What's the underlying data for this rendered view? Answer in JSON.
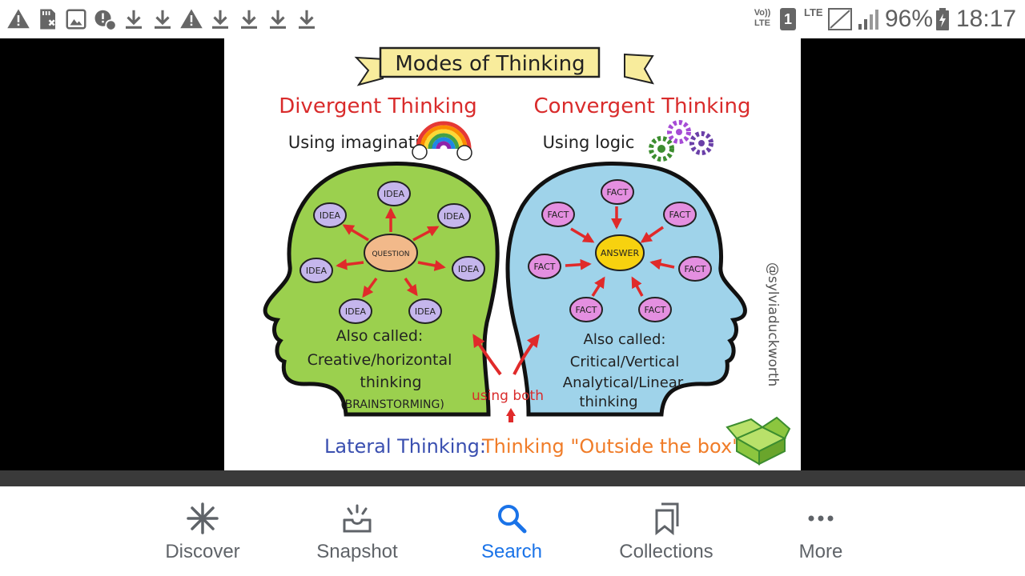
{
  "status": {
    "network": "Vo)) LTE",
    "sim": "1",
    "lte": "LTE",
    "battery": "96%",
    "time": "18:17"
  },
  "image": {
    "title": "Modes of Thinking",
    "divergent": {
      "heading": "Divergent Thinking",
      "subtitle": "Using imagination",
      "center": "QUESTION",
      "node": "IDEA",
      "also_called": "Also called:",
      "line1": "Creative/horizontal",
      "line2": "thinking",
      "line3": "(BRAINSTORMING)"
    },
    "convergent": {
      "heading": "Convergent Thinking",
      "subtitle": "Using logic",
      "center": "ANSWER",
      "node": "FACT",
      "also_called": "Also called:",
      "line1": "Critical/Vertical",
      "line2": "Analytical/Linear",
      "line3": "thinking"
    },
    "using_both": "using both",
    "lateral_label": "Lateral Thinking:",
    "lateral_desc": "Thinking \"Outside the box\"",
    "credit": "@sylviaduckworth"
  },
  "nav": {
    "items": [
      {
        "label": "Discover",
        "icon": "asterisk-icon"
      },
      {
        "label": "Snapshot",
        "icon": "snapshot-icon"
      },
      {
        "label": "Search",
        "icon": "search-icon"
      },
      {
        "label": "Collections",
        "icon": "collections-icon"
      },
      {
        "label": "More",
        "icon": "more-icon"
      }
    ],
    "active": "Search"
  },
  "colors": {
    "accent": "#1a73e8",
    "divergent_head": "#9bd04e",
    "convergent_head": "#9fd3ea",
    "heading_red": "#d92b2b",
    "lateral_blue": "#3a4fb0",
    "lateral_orange": "#f07c28"
  }
}
